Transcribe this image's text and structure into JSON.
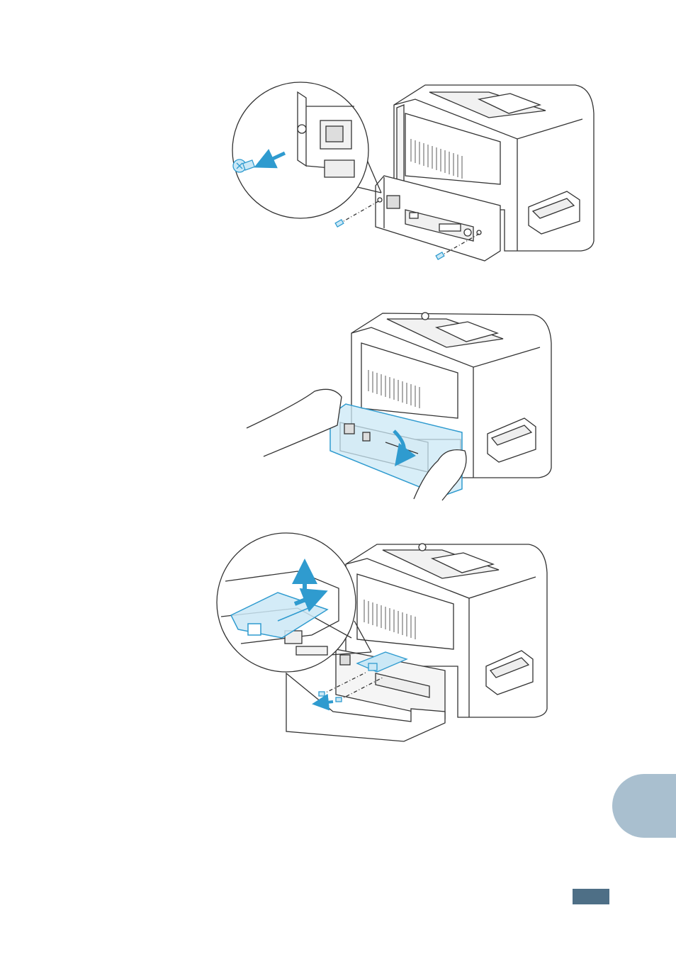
{
  "page": {
    "background": "#ffffff",
    "accent": "#2f9bcf",
    "highlight_fill": "#cbe8f6",
    "tab_color": "#a9bfcf",
    "page_box_color": "#4e6f86"
  },
  "figures": [
    {
      "id": "fig-1",
      "depicts": "remove-screws-from-rear-cover"
    },
    {
      "id": "fig-2",
      "depicts": "open-rear-cover"
    },
    {
      "id": "fig-3",
      "depicts": "remove-network-card-plate"
    }
  ]
}
